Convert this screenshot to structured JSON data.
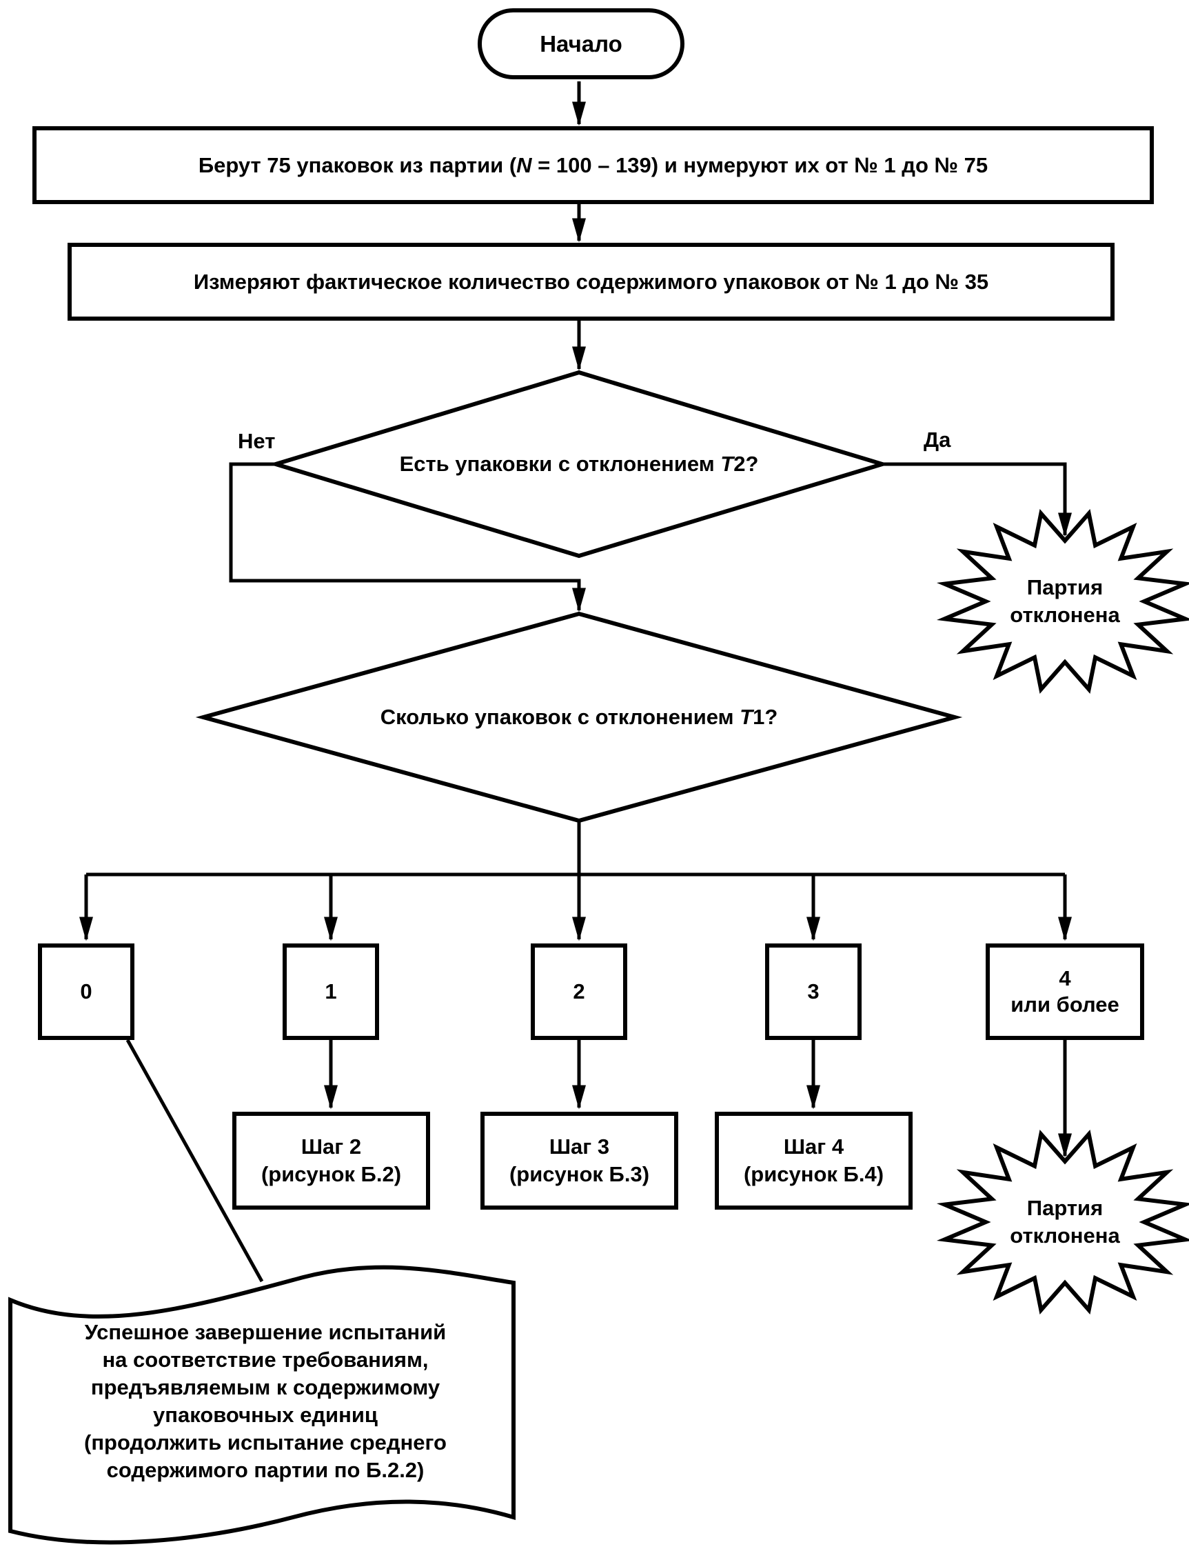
{
  "flowchart": {
    "start_label": "Начало",
    "step1": {
      "prefix": "Берут 75 упаковок из партии (",
      "var": "N",
      "suffix": " = 100 – 139) и нумеруют их от № 1 до № 75"
    },
    "step2": "Измеряют фактическое количество содержимого упаковок от № 1 до № 35",
    "decision_t2": {
      "prefix": "Есть упаковки с отклонением ",
      "var": "Т",
      "suffix": "2?",
      "no_label": "Нет",
      "yes_label": "Да"
    },
    "decision_t1": {
      "prefix": "Сколько упаковок с отклонением ",
      "var": "Т",
      "suffix": "1?"
    },
    "rejected1": {
      "line1": "Партия",
      "line2": "отклонена"
    },
    "rejected2": {
      "line1": "Партия",
      "line2": "отклонена"
    },
    "branches": [
      {
        "line1": "0",
        "line2": ""
      },
      {
        "line1": "1",
        "line2": ""
      },
      {
        "line1": "2",
        "line2": ""
      },
      {
        "line1": "3",
        "line2": ""
      },
      {
        "line1": "4",
        "line2": "или более"
      }
    ],
    "steps": [
      {
        "line1": "Шаг 2",
        "line2": "(рисунок Б.2)"
      },
      {
        "line1": "Шаг 3",
        "line2": "(рисунок Б.3)"
      },
      {
        "line1": "Шаг 4",
        "line2": "(рисунок Б.4)"
      }
    ],
    "success_note": {
      "lines": [
        "Успешное завершение испытаний",
        "на соответствие требованиям,",
        "предъявляемым к содержимому",
        "упаковочных единиц",
        "(продолжить испытание среднего",
        "содержимого партии по Б.2.2)"
      ]
    }
  },
  "colors": {
    "line": "#000000",
    "background": "#ffffff"
  }
}
